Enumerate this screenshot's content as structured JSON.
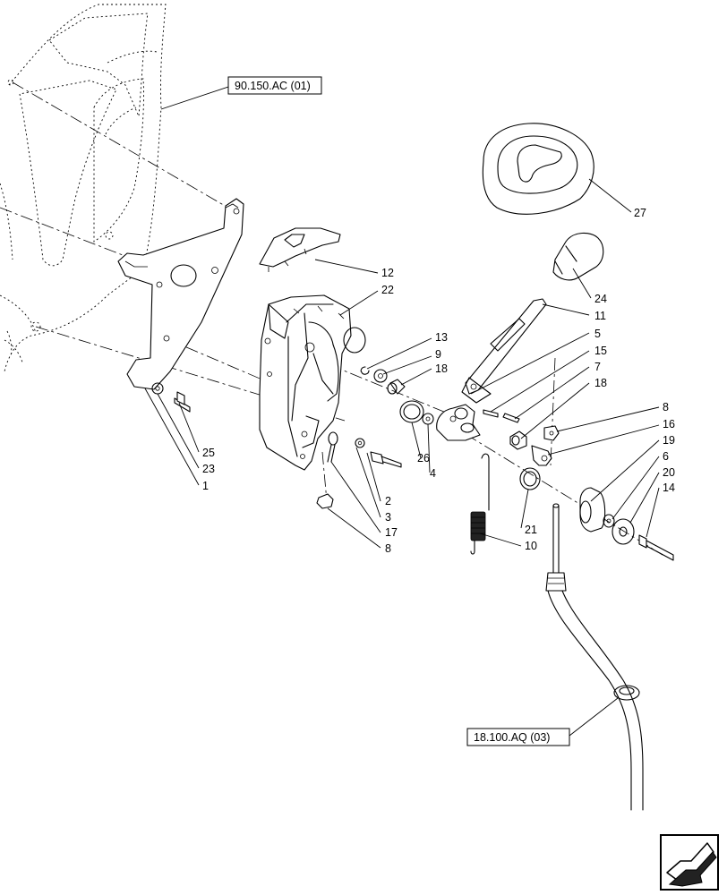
{
  "reference_boxes": [
    {
      "id": "ref-top",
      "label": "90.150.AC (01)"
    },
    {
      "id": "ref-bottom",
      "label": "18.100.AQ (03)"
    }
  ],
  "callouts": {
    "c27": "27",
    "c12": "12",
    "c22": "22",
    "c24": "24",
    "c11": "11",
    "c5": "5",
    "c15": "15",
    "c7": "7",
    "c18b": "18",
    "c13": "13",
    "c9": "9",
    "c18a": "18",
    "c8a": "8",
    "c16": "16",
    "c19": "19",
    "c6": "6",
    "c20": "20",
    "c14": "14",
    "c26": "26",
    "c4": "4",
    "c21": "21",
    "c10": "10",
    "c25": "25",
    "c23": "23",
    "c1": "1",
    "c2": "2",
    "c3": "3",
    "c17": "17",
    "c8b": "8"
  },
  "nav_icon": "next-page-arrow-icon"
}
